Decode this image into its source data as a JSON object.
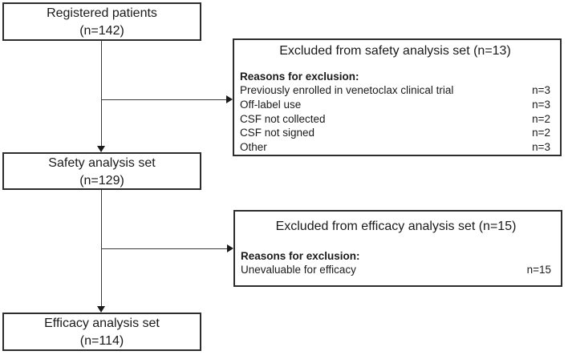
{
  "diagram": {
    "colors": {
      "border": "#2d2d2d",
      "text": "#1a1a1a",
      "background": "#ffffff"
    },
    "nodes": {
      "registered": {
        "line1": "Registered patients",
        "line2": "(n=142)"
      },
      "safety": {
        "line1": "Safety analysis set",
        "line2": "(n=129)"
      },
      "efficacy": {
        "line1": "Efficacy analysis set",
        "line2": "(n=114)"
      },
      "excluded_safety": {
        "title": "Excluded from safety analysis set (n=13)",
        "reasons_label": "Reasons for exclusion:",
        "reasons": [
          {
            "label": "Previously enrolled in venetoclax clinical trial",
            "count": "n=3"
          },
          {
            "label": "Off-label use",
            "count": "n=3"
          },
          {
            "label": "CSF not collected",
            "count": "n=2"
          },
          {
            "label": "CSF not signed",
            "count": "n=2"
          },
          {
            "label": "Other",
            "count": "n=3"
          }
        ]
      },
      "excluded_efficacy": {
        "title": "Excluded from efficacy analysis set (n=15)",
        "reasons_label": "Reasons for exclusion:",
        "reasons": [
          {
            "label": "Unevaluable for efficacy",
            "count": "n=15"
          }
        ]
      }
    }
  }
}
